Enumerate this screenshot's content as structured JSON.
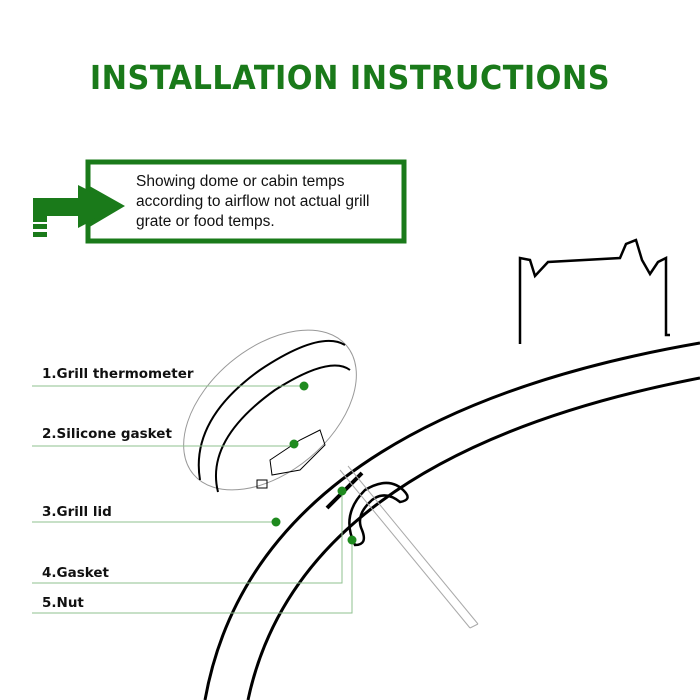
{
  "title": "INSTALLATION INSTRUCTIONS",
  "note": "Showing dome or cabin temps according to airflow not actual grill grate or food temps.",
  "labels": [
    "1.Grill thermometer",
    "2.Silicone gasket",
    "3.Grill lid",
    "4.Gasket",
    "5.Nut"
  ],
  "colors": {
    "accent": "#1a7a1a",
    "leader": "#8fc08f",
    "dot": "#1e8a1e"
  }
}
